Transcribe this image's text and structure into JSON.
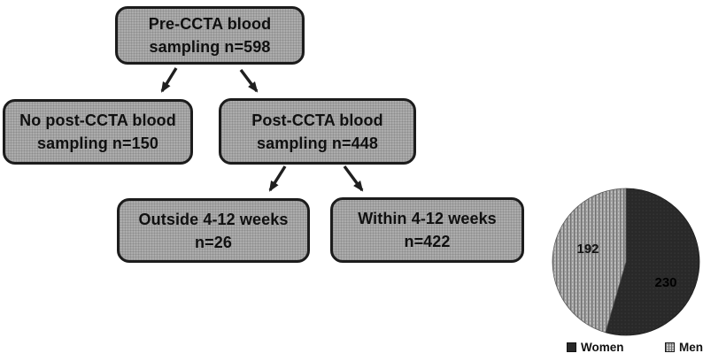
{
  "flowchart": {
    "boxes": [
      {
        "name": "pre-ccta",
        "line1": "Pre-CCTA blood",
        "line2": "sampling n=598"
      },
      {
        "name": "no-post-ccta",
        "line1": "No post-CCTA blood",
        "line2": "sampling n=150"
      },
      {
        "name": "post-ccta",
        "line1": "Post-CCTA blood",
        "line2": "sampling n=448"
      },
      {
        "name": "outside-window",
        "line1": "Outside 4-12 weeks",
        "line2": "n=26"
      },
      {
        "name": "within-window",
        "line1": "Within 4-12 weeks",
        "line2": "n=422"
      }
    ],
    "box_fill": "#acacac",
    "box_border": "#1c1c1c",
    "arrow_color": "#1f1f1f"
  },
  "chart_data": {
    "type": "pie",
    "slices": [
      {
        "label": "Women",
        "value": 230,
        "fill": "#292929",
        "pattern": "dark-dots"
      },
      {
        "label": "Men",
        "value": 192,
        "fill": "#ababab",
        "pattern": "vertical-stripes"
      }
    ],
    "total": 422,
    "legend_position": "bottom",
    "start_angle_deg": 0,
    "direction": "clockwise"
  }
}
